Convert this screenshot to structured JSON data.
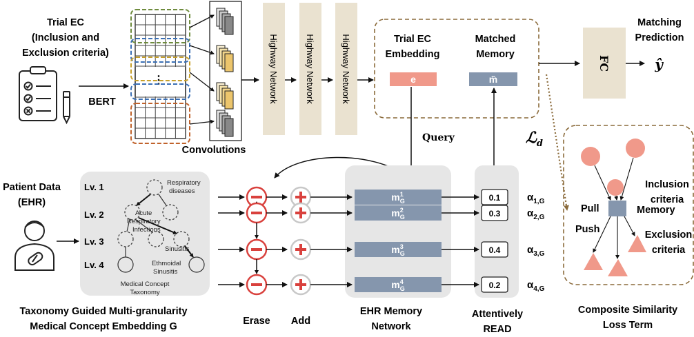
{
  "trial": {
    "title_line1": "Trial EC",
    "title_line2": "(Inclusion and",
    "title_line3": "Exclusion criteria)",
    "bert_label": "BERT",
    "convolutions_label": "Convolutions",
    "highway_label": "Highway Network",
    "highway_count": 3
  },
  "matching": {
    "ec_embedding_line1": "Trial EC",
    "ec_embedding_line2": "Embedding",
    "ec_symbol": "e",
    "matched_line1": "Matched",
    "matched_line2": "Memory",
    "matched_symbol": "m̃",
    "fc_label": "FC",
    "prediction_line1": "Matching",
    "prediction_line2": "Prediction",
    "prediction_symbol": "ŷ",
    "query_label": "Query",
    "loss_symbol": "ℒ",
    "loss_subscript": "d"
  },
  "patient": {
    "title_line1": "Patient Data",
    "title_line2": "(EHR)"
  },
  "taxonomy": {
    "levels": [
      "Lv. 1",
      "Lv. 2",
      "Lv. 3",
      "Lv. 4"
    ],
    "node_respiratory_1": "Respiratory",
    "node_respiratory_2": "diseases",
    "node_acute_1": "Acute",
    "node_acute_2": "Respiratory",
    "node_acute_3": "Infections",
    "node_sinusitis": "Sinusitis",
    "node_ethmoidal_1": "Ethmoidal",
    "node_ethmoidal_2": "Sinusitis",
    "box_caption_1": "Medical Concept",
    "box_caption_2": "Taxonomy",
    "caption_line1": "Taxonomy Guided Multi-granularity",
    "caption_line2": "Medical Concept Embedding G"
  },
  "memory": {
    "erase_label": "Erase",
    "add_label": "Add",
    "erase_symbol": "−",
    "add_symbol": "+",
    "slot_base": "m",
    "slot_subscript": "G",
    "slots": [
      {
        "sup": "1",
        "weight": "0.1",
        "alpha": "α",
        "alpha_sub": "1,G"
      },
      {
        "sup": "2",
        "weight": "0.3",
        "alpha": "α",
        "alpha_sub": "2,G"
      },
      {
        "sup": "3",
        "weight": "0.4",
        "alpha": "α",
        "alpha_sub": "3,G"
      },
      {
        "sup": "4",
        "weight": "0.2",
        "alpha": "α",
        "alpha_sub": "4,G"
      }
    ],
    "network_line1": "EHR Memory",
    "network_line2": "Network",
    "read_line1": "Attentively",
    "read_line2": "READ"
  },
  "loss": {
    "pull_label": "Pull",
    "push_label": "Push",
    "memory_label": "Memory",
    "inclusion_line1": "Inclusion",
    "inclusion_line2": "criteria",
    "exclusion_line1": "Exclusion",
    "exclusion_line2": "criteria",
    "caption_line1": "Composite Similarity",
    "caption_line2": "Loss Term"
  },
  "colors": {
    "erase_red": "#d9413d",
    "salmon": "#f0998a",
    "slate": "#8596ad",
    "beige": "#eae2d0",
    "panel_gray": "#e6e6e6",
    "dash_brown": "#8a6a3a"
  }
}
